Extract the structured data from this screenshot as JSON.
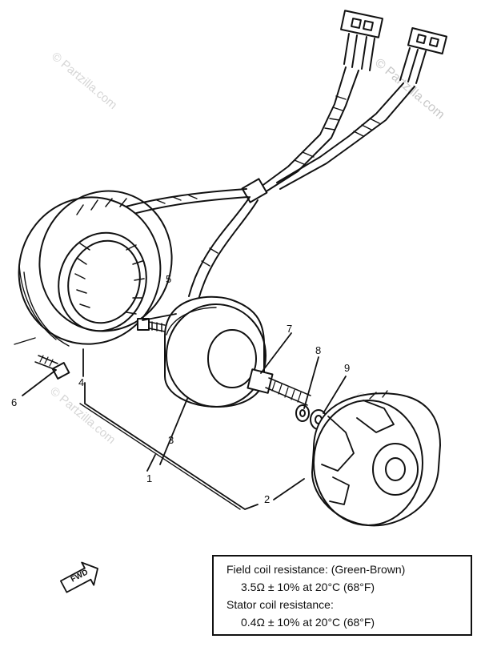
{
  "watermark": {
    "text": "© Partzilla.com"
  },
  "callouts": {
    "c1": "1",
    "c2": "2",
    "c3": "3",
    "c4": "4",
    "c5": "5",
    "c6": "6",
    "c7": "7",
    "c8": "8",
    "c9": "9"
  },
  "fwd_label": "FWD",
  "spec": {
    "field_title": "Field coil resistance: (Green-Brown)",
    "field_value": "3.5Ω ± 10% at 20°C (68°F)",
    "stator_title": "Stator coil resistance:",
    "stator_value": "0.4Ω ± 10% at 20°C (68°F)"
  }
}
